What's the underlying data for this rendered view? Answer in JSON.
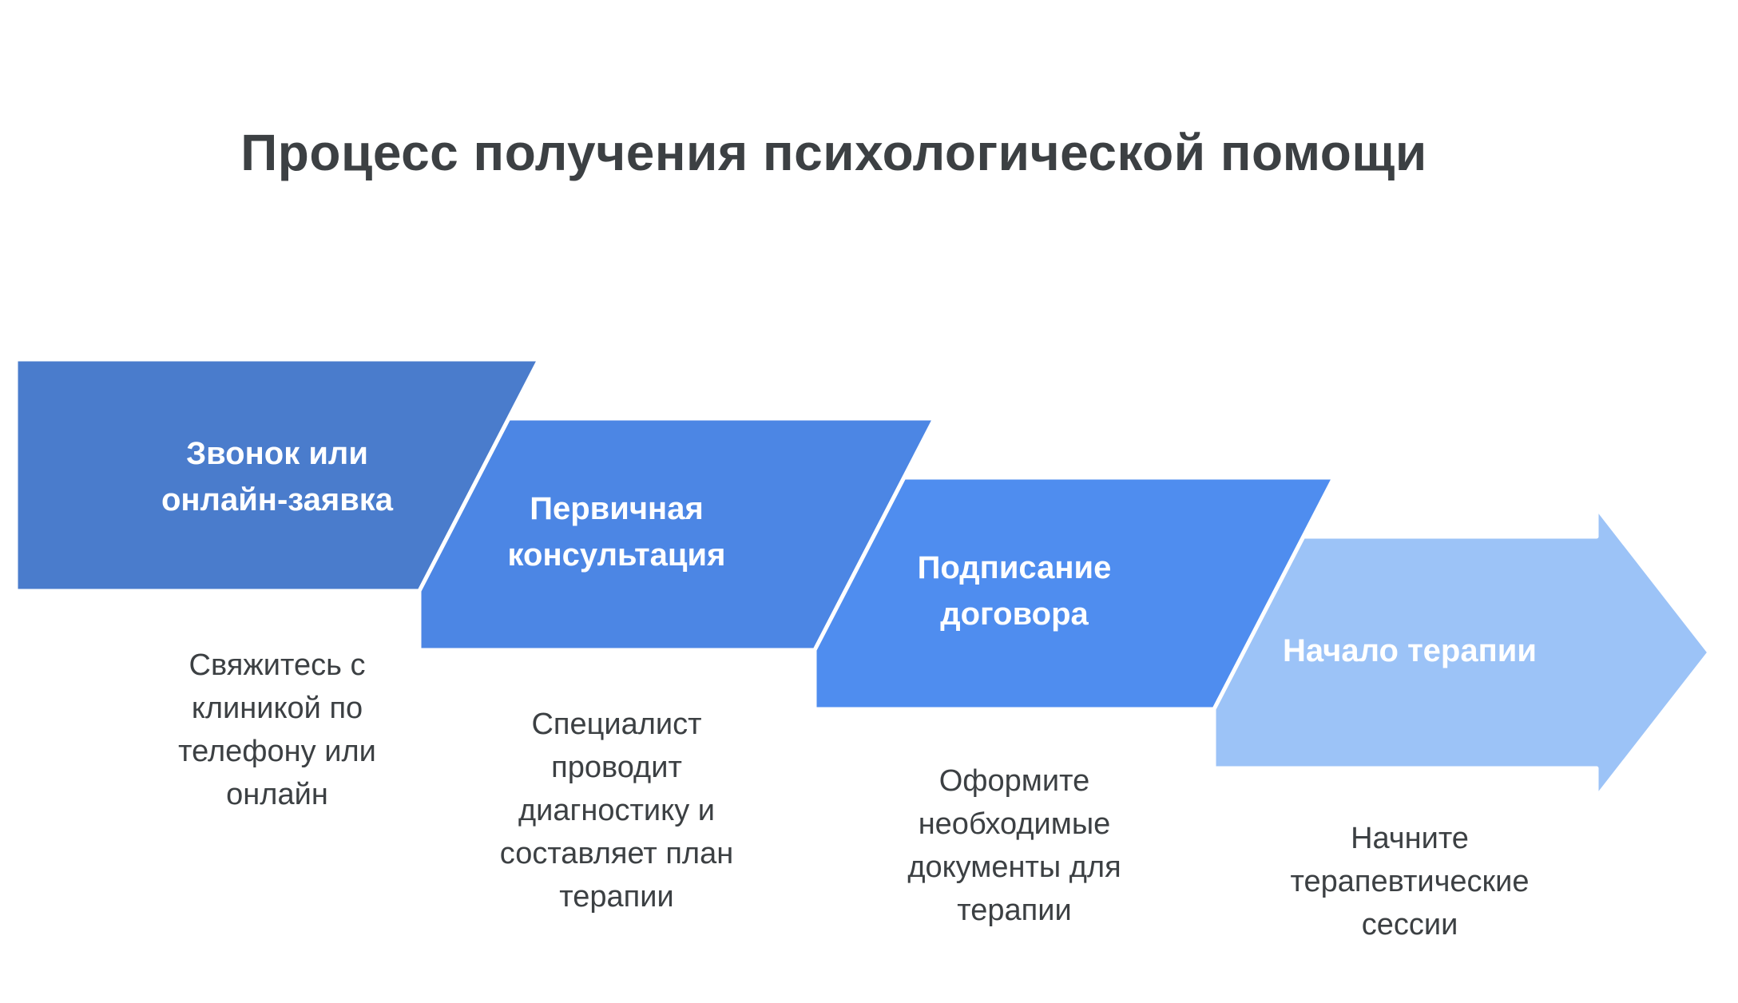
{
  "title": "Процесс получения психологической помощи",
  "colors": {
    "text": "#3C4043",
    "background": "#FFFFFF",
    "seam": "#FFFFFF"
  },
  "steps": [
    {
      "label": "Звонок или онлайн-заявка",
      "description": "Свяжитесь с клиникой по телефону или онлайн",
      "color": "#4A7CCC"
    },
    {
      "label": "Первичная консультация",
      "description": "Специалист проводит диагностику и составляет план терапии",
      "color": "#4C86E4"
    },
    {
      "label": "Подписание договора",
      "description": "Оформите необходимые документы для терапии",
      "color": "#4F8DEF"
    },
    {
      "label": "Начало терапии",
      "description": "Начните терапевтические сессии",
      "color": "#9CC3F7"
    }
  ]
}
